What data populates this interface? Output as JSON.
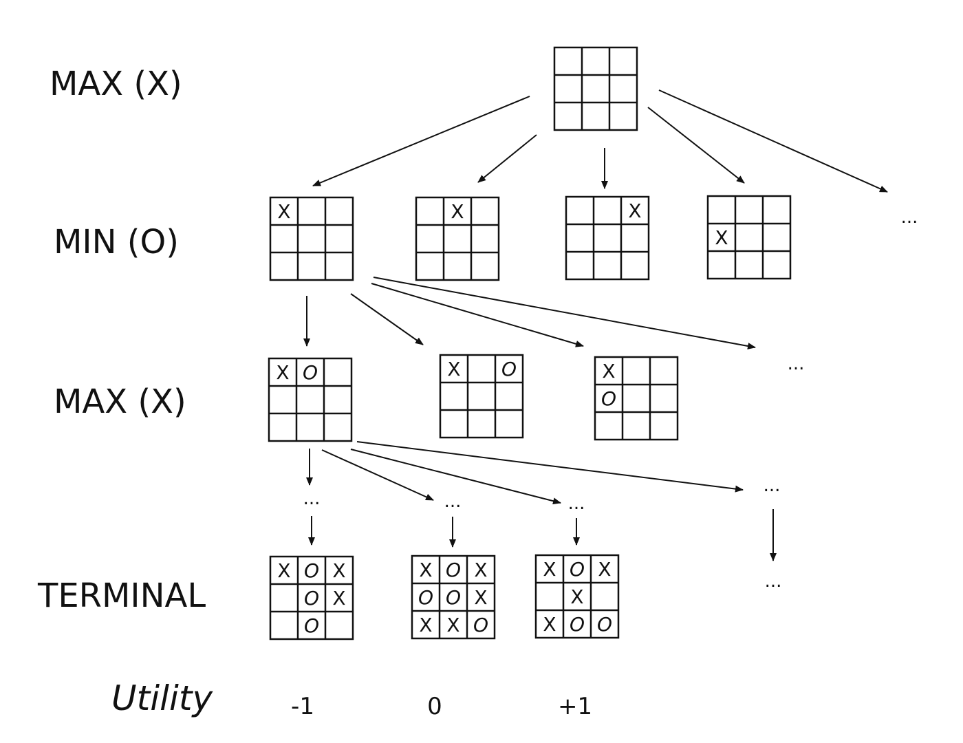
{
  "levels": [
    {
      "label": "MAX (X)"
    },
    {
      "label": "MIN (O)"
    },
    {
      "label": "MAX (X)"
    },
    {
      "label": "TERMINAL"
    }
  ],
  "utility_label": "Utility",
  "utility_values": [
    "-1",
    "0",
    "+1"
  ],
  "ellipsis": "...",
  "boards": {
    "root": [
      "",
      "",
      "",
      "",
      "",
      "",
      "",
      "",
      ""
    ],
    "min1": [
      "X",
      "",
      "",
      "",
      "",
      "",
      "",
      "",
      ""
    ],
    "min2": [
      "",
      "X",
      "",
      "",
      "",
      "",
      "",
      "",
      ""
    ],
    "min3": [
      "",
      "",
      "X",
      "",
      "",
      "",
      "",
      "",
      ""
    ],
    "min4": [
      "",
      "",
      "",
      "X",
      "",
      "",
      "",
      "",
      ""
    ],
    "max1": [
      "X",
      "O",
      "",
      "",
      "",
      "",
      "",
      "",
      ""
    ],
    "max2": [
      "X",
      "",
      "O",
      "",
      "",
      "",
      "",
      "",
      ""
    ],
    "max3": [
      "X",
      "",
      "",
      "O",
      "",
      "",
      "",
      "",
      ""
    ],
    "term1": [
      "X",
      "O",
      "X",
      "",
      "O",
      "X",
      "",
      "O",
      ""
    ],
    "term2": [
      "X",
      "O",
      "X",
      "O",
      "O",
      "X",
      "X",
      "X",
      "O"
    ],
    "term3": [
      "X",
      "O",
      "X",
      "",
      "X",
      "",
      "X",
      "O",
      "O"
    ]
  }
}
